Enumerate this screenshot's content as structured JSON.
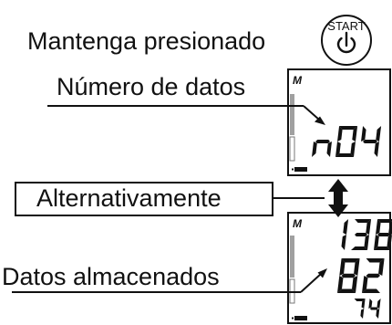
{
  "labels": {
    "hold_instruction": "Mantenga presionado",
    "data_count": "Número de datos",
    "alternate": "Alternativamente",
    "stored_data": "Datos almacenados"
  },
  "start_button": {
    "label": "START",
    "icon": "power-icon"
  },
  "display_top": {
    "mode_indicator": "M",
    "main_reading": "n04",
    "battery_icon": "battery-icon"
  },
  "display_bottom": {
    "mode_indicator": "M",
    "line1": "138",
    "line2": "82",
    "line3": "74",
    "battery_icon": "battery-icon"
  },
  "alternate_arrow_icon": "up-down-arrow-icon"
}
